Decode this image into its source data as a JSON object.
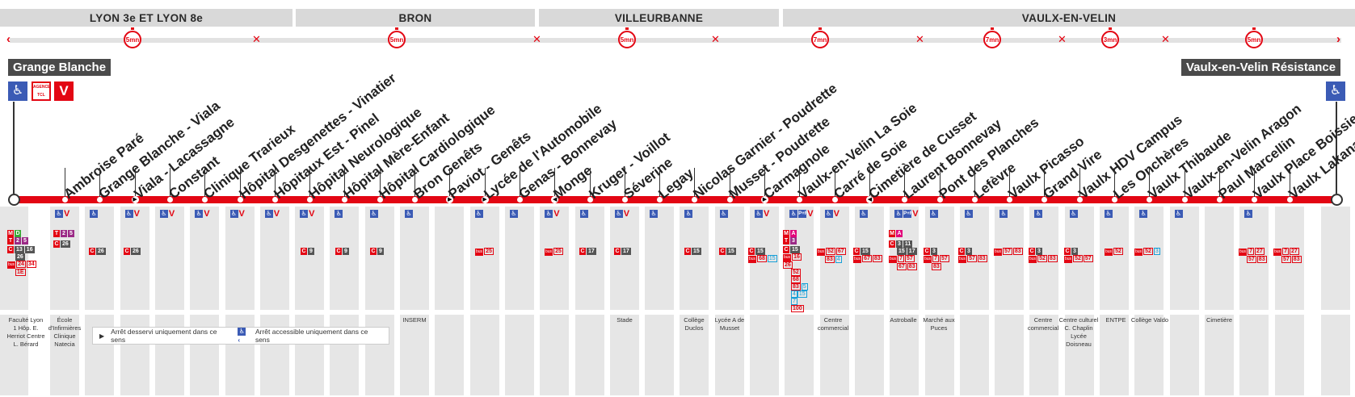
{
  "zones": [
    "LYON 3e ET LYON 8e",
    "BRON",
    "VILLEURBANNE",
    "VAULX-EN-VELIN"
  ],
  "times": [
    "5mn",
    "5mn",
    "5mn",
    "7mn",
    "7mn",
    "3mn",
    "5mn"
  ],
  "terminus": {
    "start": "Grange Blanche",
    "end": "Vaulx-en-Velin Résistance"
  },
  "agency_label": "AGENCE TCL",
  "stations": [
    "Ambroise Paré",
    "Grange Blanche - Viala",
    "Viala - Lacassagne",
    "Constant",
    "Clinique Trarieux",
    "Hôpital Desgenettes - Vinatier",
    "Hôpitaux Est - Pinel",
    "Hôpital Neurologique",
    "Hôpital Mère-Enfant",
    "Hôpital Cardiologique",
    "Bron Genêts",
    "Paviot - Genêts",
    "Lycée de l'Automobile",
    "Genas - Bonnevay",
    "Monge",
    "Kruger - Voillot",
    "Séverine",
    "Legay",
    "Nicolas Garnier - Poudrette",
    "Musset - Poudrette",
    "Carmagnole",
    "Vaulx-en-Velin La Soie",
    "Carré de Soie",
    "Cimetière de Cusset",
    "Laurent Bonnevay",
    "Pont des Planches",
    "Lefèvre",
    "Vaulx Picasso",
    "Grand Vire",
    "Vaulx HDV Campus",
    "Les Onchères",
    "Vaulx Thibaude",
    "Vaulx-en-Velin Aragon",
    "Paul Marcellin",
    "Vaulx Place Boissier",
    "Vaulx Lakanal"
  ],
  "connections": {
    "grange_blanche": {
      "metro": [
        "M",
        "D"
      ],
      "tram": [
        "T",
        "2",
        "5"
      ],
      "c": [
        "13",
        "16",
        "26"
      ],
      "bus": [
        "24",
        "34",
        "1E"
      ]
    },
    "ambroise_pare": {
      "tram": [
        "T",
        "2",
        "5"
      ],
      "c": [
        "26"
      ]
    },
    "grange_blanche_viala": {
      "c": [
        "26"
      ]
    },
    "viala_lacassagne": {
      "c": [
        "26"
      ]
    },
    "hopital_neurologique": {
      "c": [
        "9"
      ]
    },
    "hopital_mere_enfant": {
      "c": [
        "9"
      ]
    },
    "hopital_cardiologique": {
      "c": [
        "9"
      ]
    },
    "lycee_automobile": {
      "bus": [
        "25"
      ]
    },
    "monge": {
      "bus": [
        "25"
      ]
    },
    "kruger_voillot": {
      "c": [
        "17"
      ]
    },
    "severine": {
      "c": [
        "17"
      ]
    },
    "nicolas_garnier": {
      "c": [
        "15"
      ]
    },
    "musset": {
      "c": [
        "15"
      ]
    },
    "carmagnole": {
      "c": [
        "15"
      ],
      "bus": [
        "68"
      ],
      "blue": [
        "15"
      ]
    },
    "la_soie": {
      "metro": [
        "M",
        "A"
      ],
      "tram": [
        "T",
        "3"
      ],
      "c": [
        "15"
      ],
      "bus": [
        "16",
        "26",
        "52",
        "68",
        "83",
        "100"
      ],
      "blue": [
        "5",
        "4",
        "15",
        "7"
      ]
    },
    "carre_de_soie": {
      "bus": [
        "52",
        "67",
        "83"
      ],
      "blue": [
        "4"
      ]
    },
    "cimetiere_cusset": {
      "c": [
        "15"
      ],
      "bus": [
        "67",
        "83"
      ]
    },
    "laurent_bonnevay": {
      "metro": [
        "M",
        "A"
      ],
      "c": [
        "3",
        "11",
        "15",
        "17"
      ],
      "bus": [
        "7",
        "57",
        "67",
        "83"
      ]
    },
    "pont_des_planches": {
      "c": [
        "3"
      ],
      "bus": [
        "7",
        "57",
        "83"
      ]
    },
    "lefevre": {
      "c": [
        "3"
      ],
      "bus": [
        "57",
        "83"
      ]
    },
    "vaulx_picasso": {
      "bus": [
        "57",
        "83"
      ]
    },
    "grand_vire": {
      "c": [
        "3"
      ],
      "bus": [
        "52",
        "83"
      ]
    },
    "vaulx_hdv": {
      "c": [
        "3"
      ],
      "bus": [
        "52",
        "57"
      ]
    },
    "les_oncheres": {
      "bus": [
        "52"
      ]
    },
    "vaulx_thibaude": {
      "bus": [
        "52"
      ],
      "blue": [
        "3"
      ]
    },
    "place_boissier": {
      "bus": [
        "7",
        "27",
        "57",
        "83"
      ]
    },
    "lakanal": {
      "bus": [
        "7",
        "27",
        "57",
        "83"
      ]
    }
  },
  "pois": [
    "Faculté Lyon 1 Hôp. E. Herriot Centre L. Bérard",
    "École d'Infirmières Clinique Natecia",
    "INSERM",
    "Stade",
    "Collège Duclos",
    "Lycée A de Musset",
    "Centre commercial",
    "Astroballe",
    "Marché aux Puces",
    "Centre commercial",
    "Centre culturel C. Chaplin Lycée Doisneau",
    "ENTPE",
    "Collège Valdo",
    "Cimetière"
  ],
  "legend": {
    "one_way": "Arrêt desservi uniquement dans ce sens",
    "accessible_one_way": "Arrêt accessible uniquement dans ce sens"
  },
  "colors": {
    "red": "#e30613",
    "grey_band": "#d9d9d9",
    "column": "#e6e6e6",
    "access_blue": "#3b5bb5",
    "dark": "#4a4a4a"
  }
}
